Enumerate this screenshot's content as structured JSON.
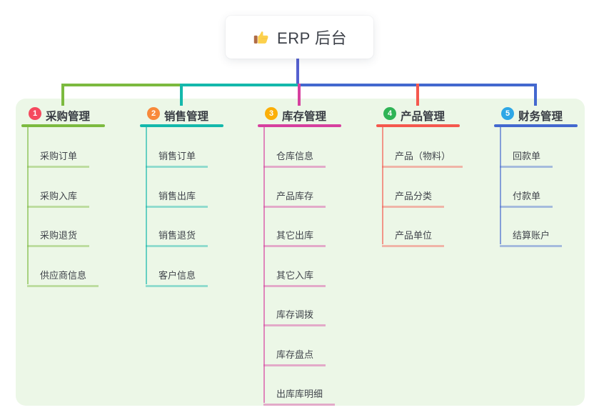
{
  "root": {
    "title": "ERP 后台",
    "icon": "thumbs-up-icon"
  },
  "colors": {
    "page_background": "#ffffff",
    "panel_background": "#ecf7e7",
    "trunk": "#5560d0",
    "root_card": "#ffffff",
    "title_text": "#3d4149",
    "subtopic_text": "#41454c"
  },
  "branches": [
    {
      "index": "1",
      "label": "采购管理",
      "badge_color": "#f5495e",
      "line_color": "#7cba3f",
      "children": [
        "采购订单",
        "采购入库",
        "采购退货",
        "供应商信息"
      ]
    },
    {
      "index": "2",
      "label": "销售管理",
      "badge_color": "#f8893b",
      "line_color": "#14b8ab",
      "children": [
        "销售订单",
        "销售出库",
        "销售退货",
        "客户信息"
      ]
    },
    {
      "index": "3",
      "label": "库存管理",
      "badge_color": "#fbaf08",
      "line_color": "#d6409f",
      "children": [
        "仓库信息",
        "产品库存",
        "其它出库",
        "其它入库",
        "库存调拨",
        "库存盘点",
        "出库库明细"
      ]
    },
    {
      "index": "4",
      "label": "产品管理",
      "badge_color": "#2fb456",
      "line_color": "#f5584e",
      "children": [
        "产品（物料）",
        "产品分类",
        "产品单位"
      ]
    },
    {
      "index": "5",
      "label": "财务管理",
      "badge_color": "#2ea7e6",
      "line_color": "#4368cf",
      "children": [
        "回款单",
        "付款单",
        "结算账户"
      ]
    }
  ]
}
